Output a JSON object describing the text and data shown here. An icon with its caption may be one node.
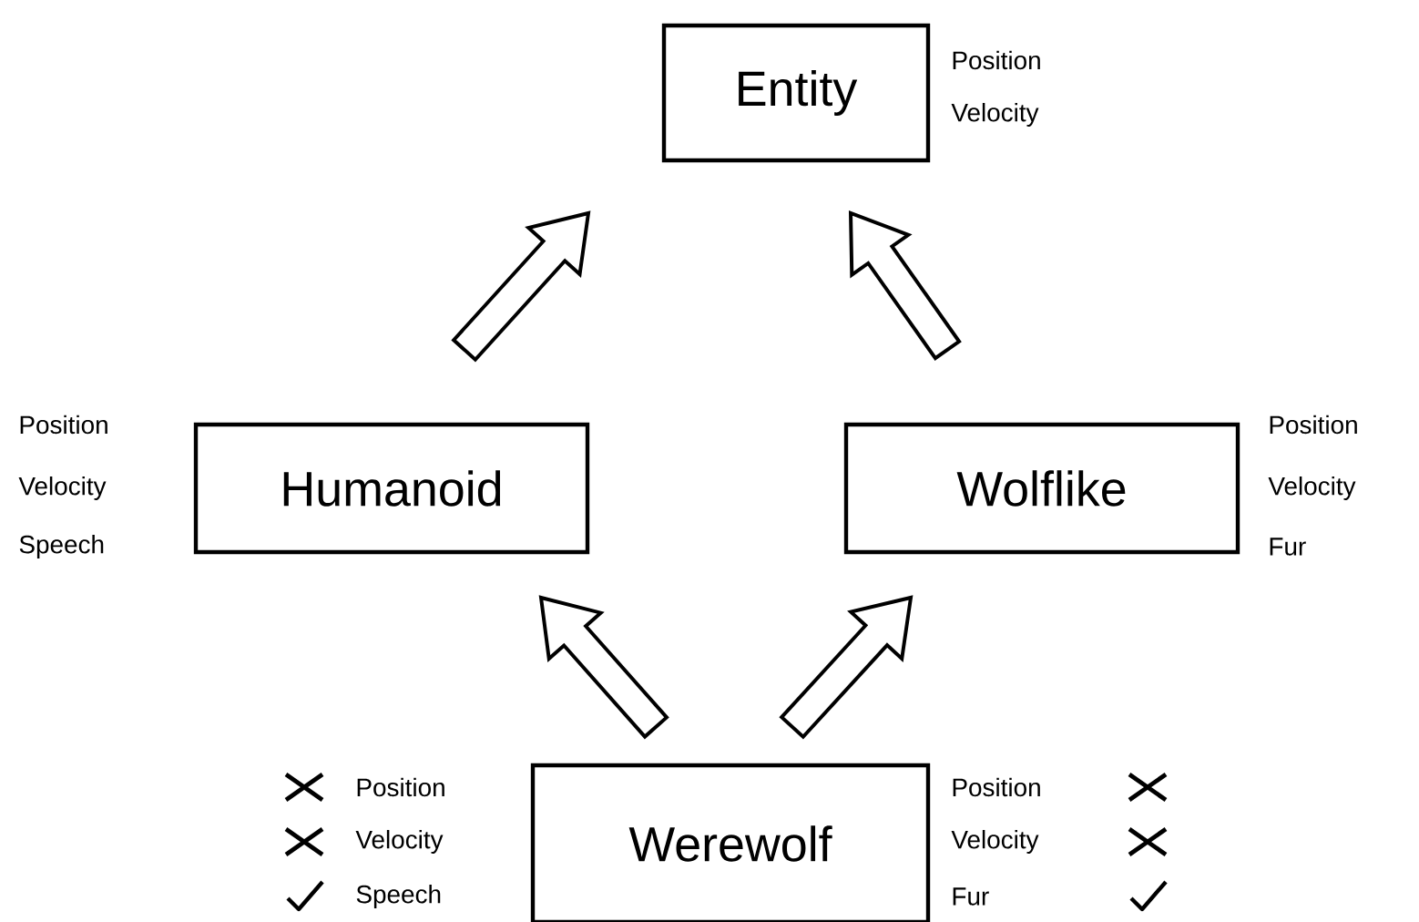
{
  "diagram": {
    "nodes": [
      {
        "text": [
          "Entity"
        ],
        "beside": [
          "Position",
          "Velocity"
        ]
      },
      {
        "text": [
          "Humanoid"
        ],
        "beside": [
          "Position",
          "Velocity",
          "Speech"
        ]
      },
      {
        "text": [
          "Wolflike"
        ],
        "beside": [
          "Position",
          "Velocity",
          "Fur"
        ]
      },
      {
        "text": [
          "Werewolf"
        ],
        "beside": [
          "Position",
          "Velocity",
          "Speech",
          "Position",
          "Velocity",
          "Fur"
        ]
      }
    ],
    "edges": [
      {
        "from": 1,
        "to": 0,
        "arrow": "to"
      },
      {
        "from": 2,
        "to": 0,
        "arrow": "to"
      },
      {
        "from": 3,
        "to": 1,
        "arrow": "to"
      },
      {
        "from": 3,
        "to": 2,
        "arrow": "to"
      }
    ]
  }
}
